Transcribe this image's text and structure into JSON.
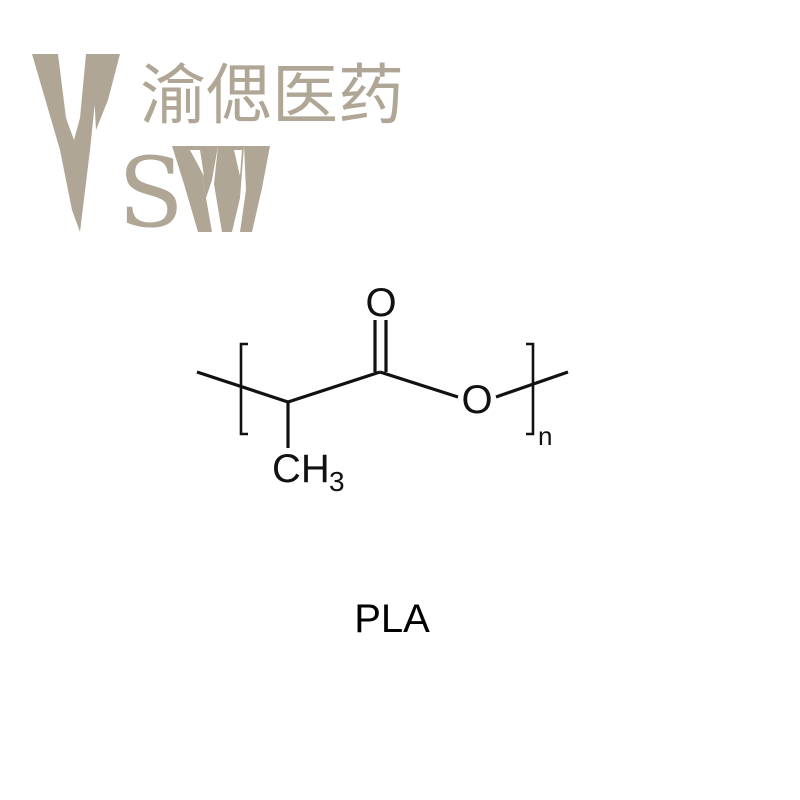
{
  "logo": {
    "brand_name": "渝偲医药",
    "mark_letters": "SW",
    "color": "#b0a695"
  },
  "structure": {
    "carbonyl_oxygen": "O",
    "ester_oxygen": "O",
    "methyl_c": "CH",
    "methyl_sub": "3",
    "repeat_index": "n"
  },
  "caption": "PLA",
  "colors": {
    "ink": "#111111",
    "background": "#ffffff"
  }
}
